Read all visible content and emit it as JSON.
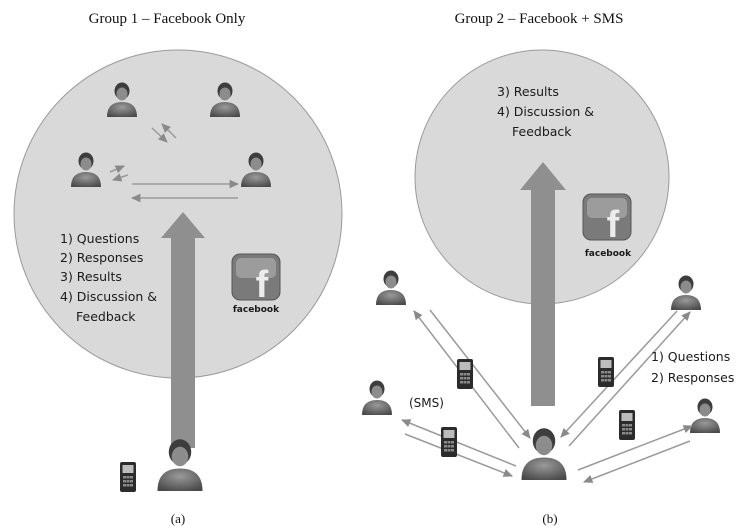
{
  "panel_a": {
    "title": "Group 1 – Facebook Only",
    "caption": "(a)",
    "steps": [
      "1) Questions",
      "2) Responses",
      "3) Results",
      "4) Discussion &",
      "Feedback"
    ],
    "facebook_logo_text": "facebook",
    "facebook_glyph": "f"
  },
  "panel_b": {
    "title": "Group 2 – Facebook + SMS",
    "caption": "(b)",
    "circle_steps": [
      "3) Results",
      "4) Discussion &",
      "Feedback"
    ],
    "sms_steps": [
      "1) Questions",
      "2) Responses"
    ],
    "sms_label": "(SMS)",
    "facebook_logo_text": "facebook",
    "facebook_glyph": "f"
  },
  "colors": {
    "circle_fill": "#d9d9d9",
    "circle_stroke": "#9a9a9a",
    "arrow_fill": "#8f8f8f",
    "thin_arrow": "#9a9a9a",
    "person": "#6b6b6b"
  }
}
